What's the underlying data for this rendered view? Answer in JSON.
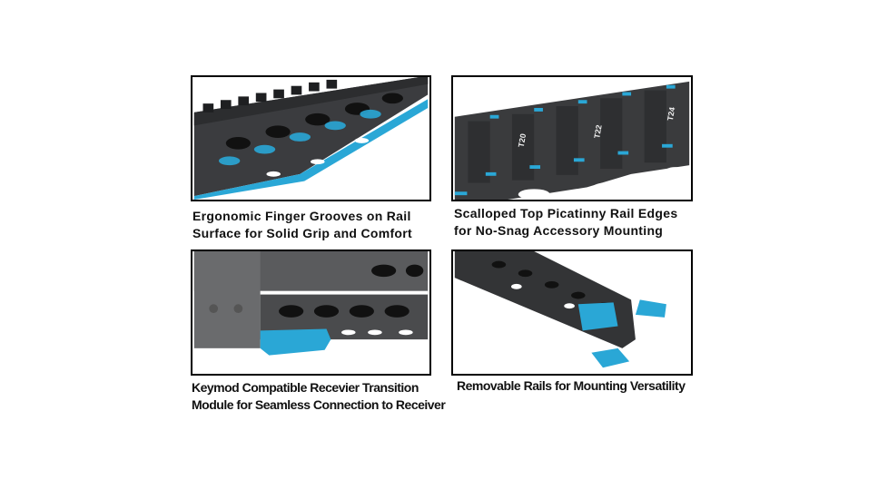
{
  "accent_color": "#2aa7d6",
  "metal_color": "#3a3b3d",
  "panels": [
    {
      "id": "finger-grooves",
      "caption_lines": [
        "Ergonomic Finger Grooves on Rail",
        "Surface for Solid Grip and Comfort"
      ]
    },
    {
      "id": "scalloped-rail",
      "caption_lines": [
        "Scalloped Top Picatinny Rail Edges",
        "for No-Snag Accessory Mounting"
      ],
      "rail_markings": [
        "T20",
        "T22",
        "T24"
      ]
    },
    {
      "id": "receiver-transition",
      "caption_lines": [
        "Keymod Compatible Recevier Transition",
        "Module for Seamless Connection to Receiver"
      ]
    },
    {
      "id": "removable-rails",
      "caption_lines": [
        "Removable Rails for Mounting Versatility"
      ]
    }
  ]
}
